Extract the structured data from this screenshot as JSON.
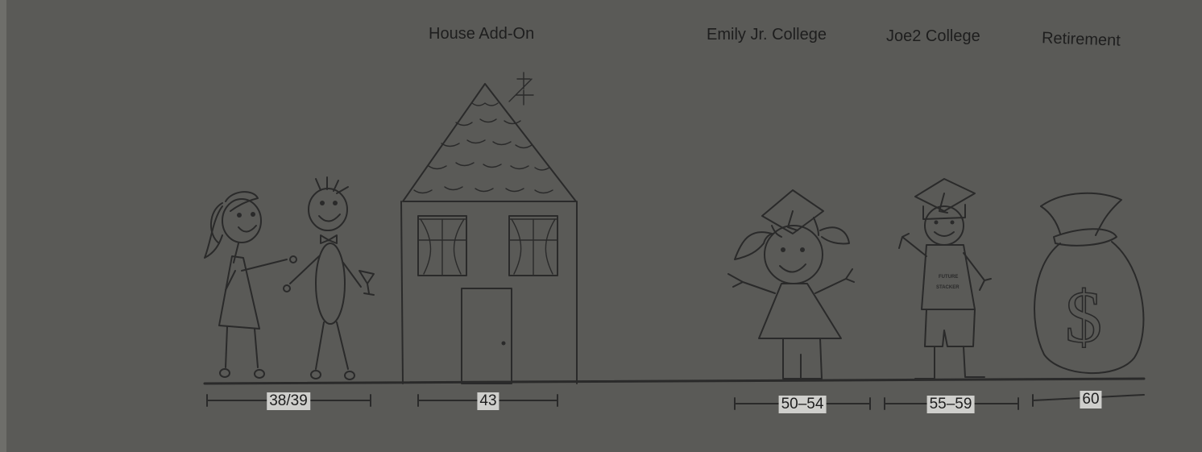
{
  "milestones": [
    {
      "title": "",
      "age": "38/39"
    },
    {
      "title": "House Add-On",
      "age": "43"
    },
    {
      "title": "Emily Jr. College",
      "age": "50–54"
    },
    {
      "title": "Joe2 College",
      "age": "55–59"
    },
    {
      "title": "Retirement",
      "age": "60"
    }
  ],
  "shirt_text": [
    "FUTURE",
    "STACKER"
  ],
  "money_symbol": "$",
  "ink_color": "#2a2a2a",
  "paper_color": "#cfcfcc"
}
